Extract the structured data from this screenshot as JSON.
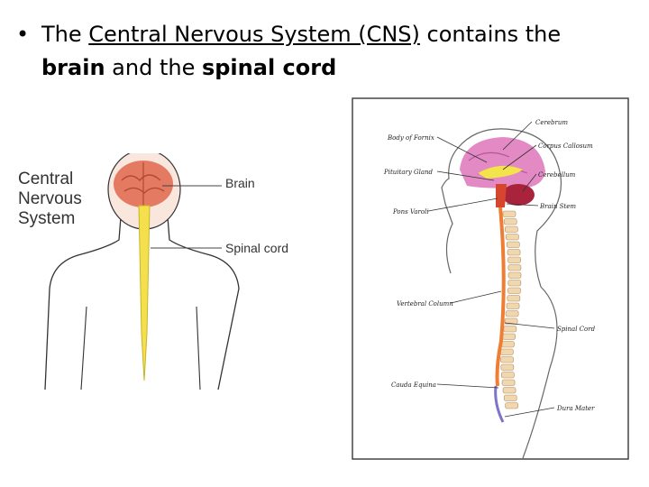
{
  "bullet": {
    "marker": "•",
    "prefix": "The ",
    "term": "Central Nervous System (CNS)",
    "mid1": " contains the",
    "brain": "brain",
    "mid2": " and the ",
    "spinal_cord": "spinal cord"
  },
  "left_figure": {
    "title_lines": [
      "Central",
      "Nervous",
      "System"
    ],
    "label_brain": "Brain",
    "label_spinal_cord": "Spinal cord"
  },
  "right_figure": {
    "labels": {
      "cerebrum": "Cerebrum",
      "body_of_fornix": "Body of Fornix",
      "corpus_callosum": "Corpus Callosum",
      "pituitary_gland": "Pituitary Gland",
      "cerebellum": "Cerebellum",
      "pons_varoli": "Pons Varoli",
      "brain_stem": "Brain Stem",
      "vertebral_column": "Vertebral Column",
      "spinal_cord": "Spinal Cord",
      "cauda_equina": "Cauda Equina",
      "dura_mater": "Dura Mater"
    }
  }
}
